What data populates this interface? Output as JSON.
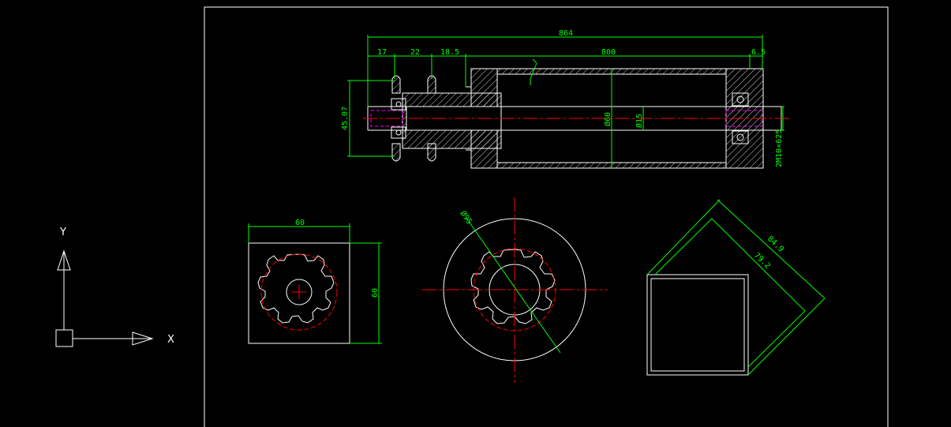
{
  "drawing": {
    "dimensions": {
      "overall_length": "864",
      "seg_17": "17",
      "seg_22": "22",
      "seg_18_5": "18.5",
      "body_length": "800",
      "end_6_5": "6.5",
      "height_45": "45.07",
      "dia_60": "Ø60",
      "dia_15": "Ø15",
      "shaft_label": "2M10×625",
      "square_top": "60",
      "square_side": "60",
      "dia_95": "Ø95",
      "diag_84": "84.9",
      "diag_79": "79.2"
    },
    "ucs": {
      "y_label": "Y",
      "x_label": "X"
    }
  },
  "colors": {
    "background": "#000000",
    "geometry": "#ffffff",
    "dimension": "#00ff00",
    "center_line": "#ff0000",
    "hidden": "#ff00ff"
  }
}
